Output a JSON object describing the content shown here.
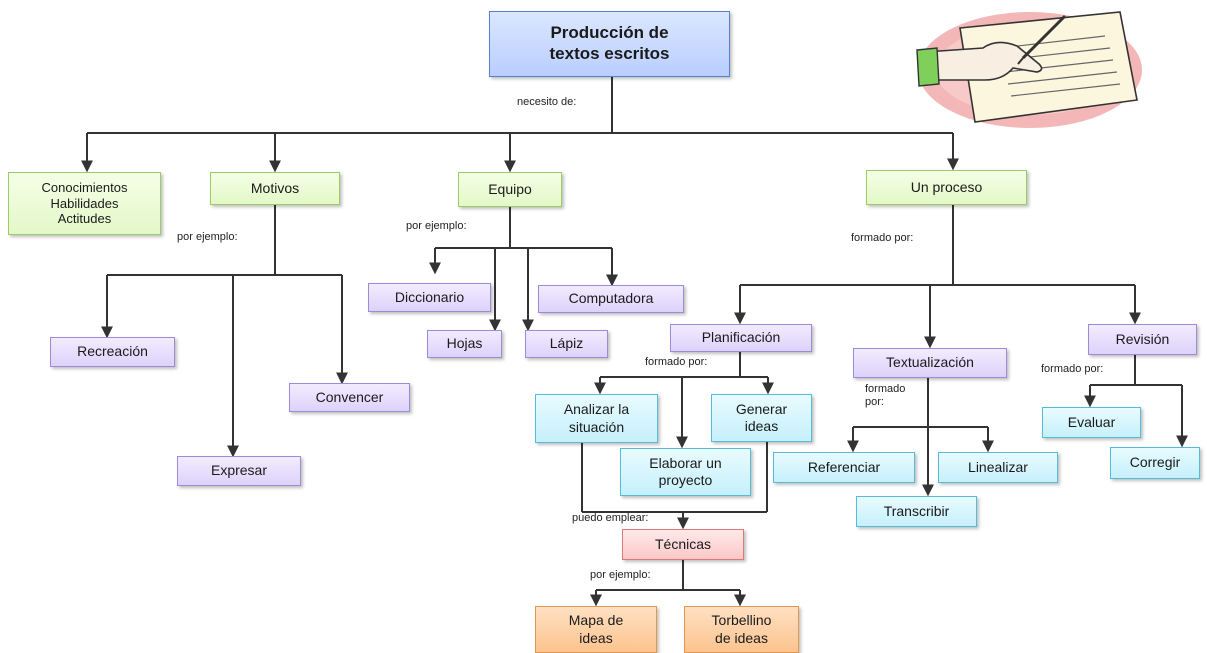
{
  "title": "Producción de\ntextos escritos",
  "labels": {
    "necesito": "necesito de:",
    "motivos_ej": "por ejemplo:",
    "equipo_ej": "por ejemplo:",
    "proceso_formado": "formado por:",
    "planificacion_formado": "formado por:",
    "textualizacion_formado": "formado\npor:",
    "revision_formado": "formado por:",
    "puedo_emplear": "puedo emplear:",
    "tecnicas_ej": "por ejemplo:"
  },
  "nodes": {
    "conocimientos": "Conocimientos\nHabilidades\nActitudes",
    "motivos": "Motivos",
    "equipo": "Equipo",
    "proceso": "Un proceso",
    "recreacion": "Recreación",
    "expresar": "Expresar",
    "convencer": "Convencer",
    "diccionario": "Diccionario",
    "hojas": "Hojas",
    "lapiz": "Lápiz",
    "computadora": "Computadora",
    "planificacion": "Planificación",
    "textualizacion": "Textualización",
    "revision": "Revisión",
    "analizar": "Analizar la\nsituación",
    "elaborar": "Elaborar un\nproyecto",
    "generar": "Generar\nideas",
    "referenciar": "Referenciar",
    "linealizar": "Linealizar",
    "transcribir": "Transcribir",
    "evaluar": "Evaluar",
    "corregir": "Corregir",
    "tecnicas": "Técnicas",
    "mapa": "Mapa de\nideas",
    "torbellino": "Torbellino\nde ideas"
  },
  "icons": {
    "illustration": "hand-writing-on-paper-icon"
  }
}
